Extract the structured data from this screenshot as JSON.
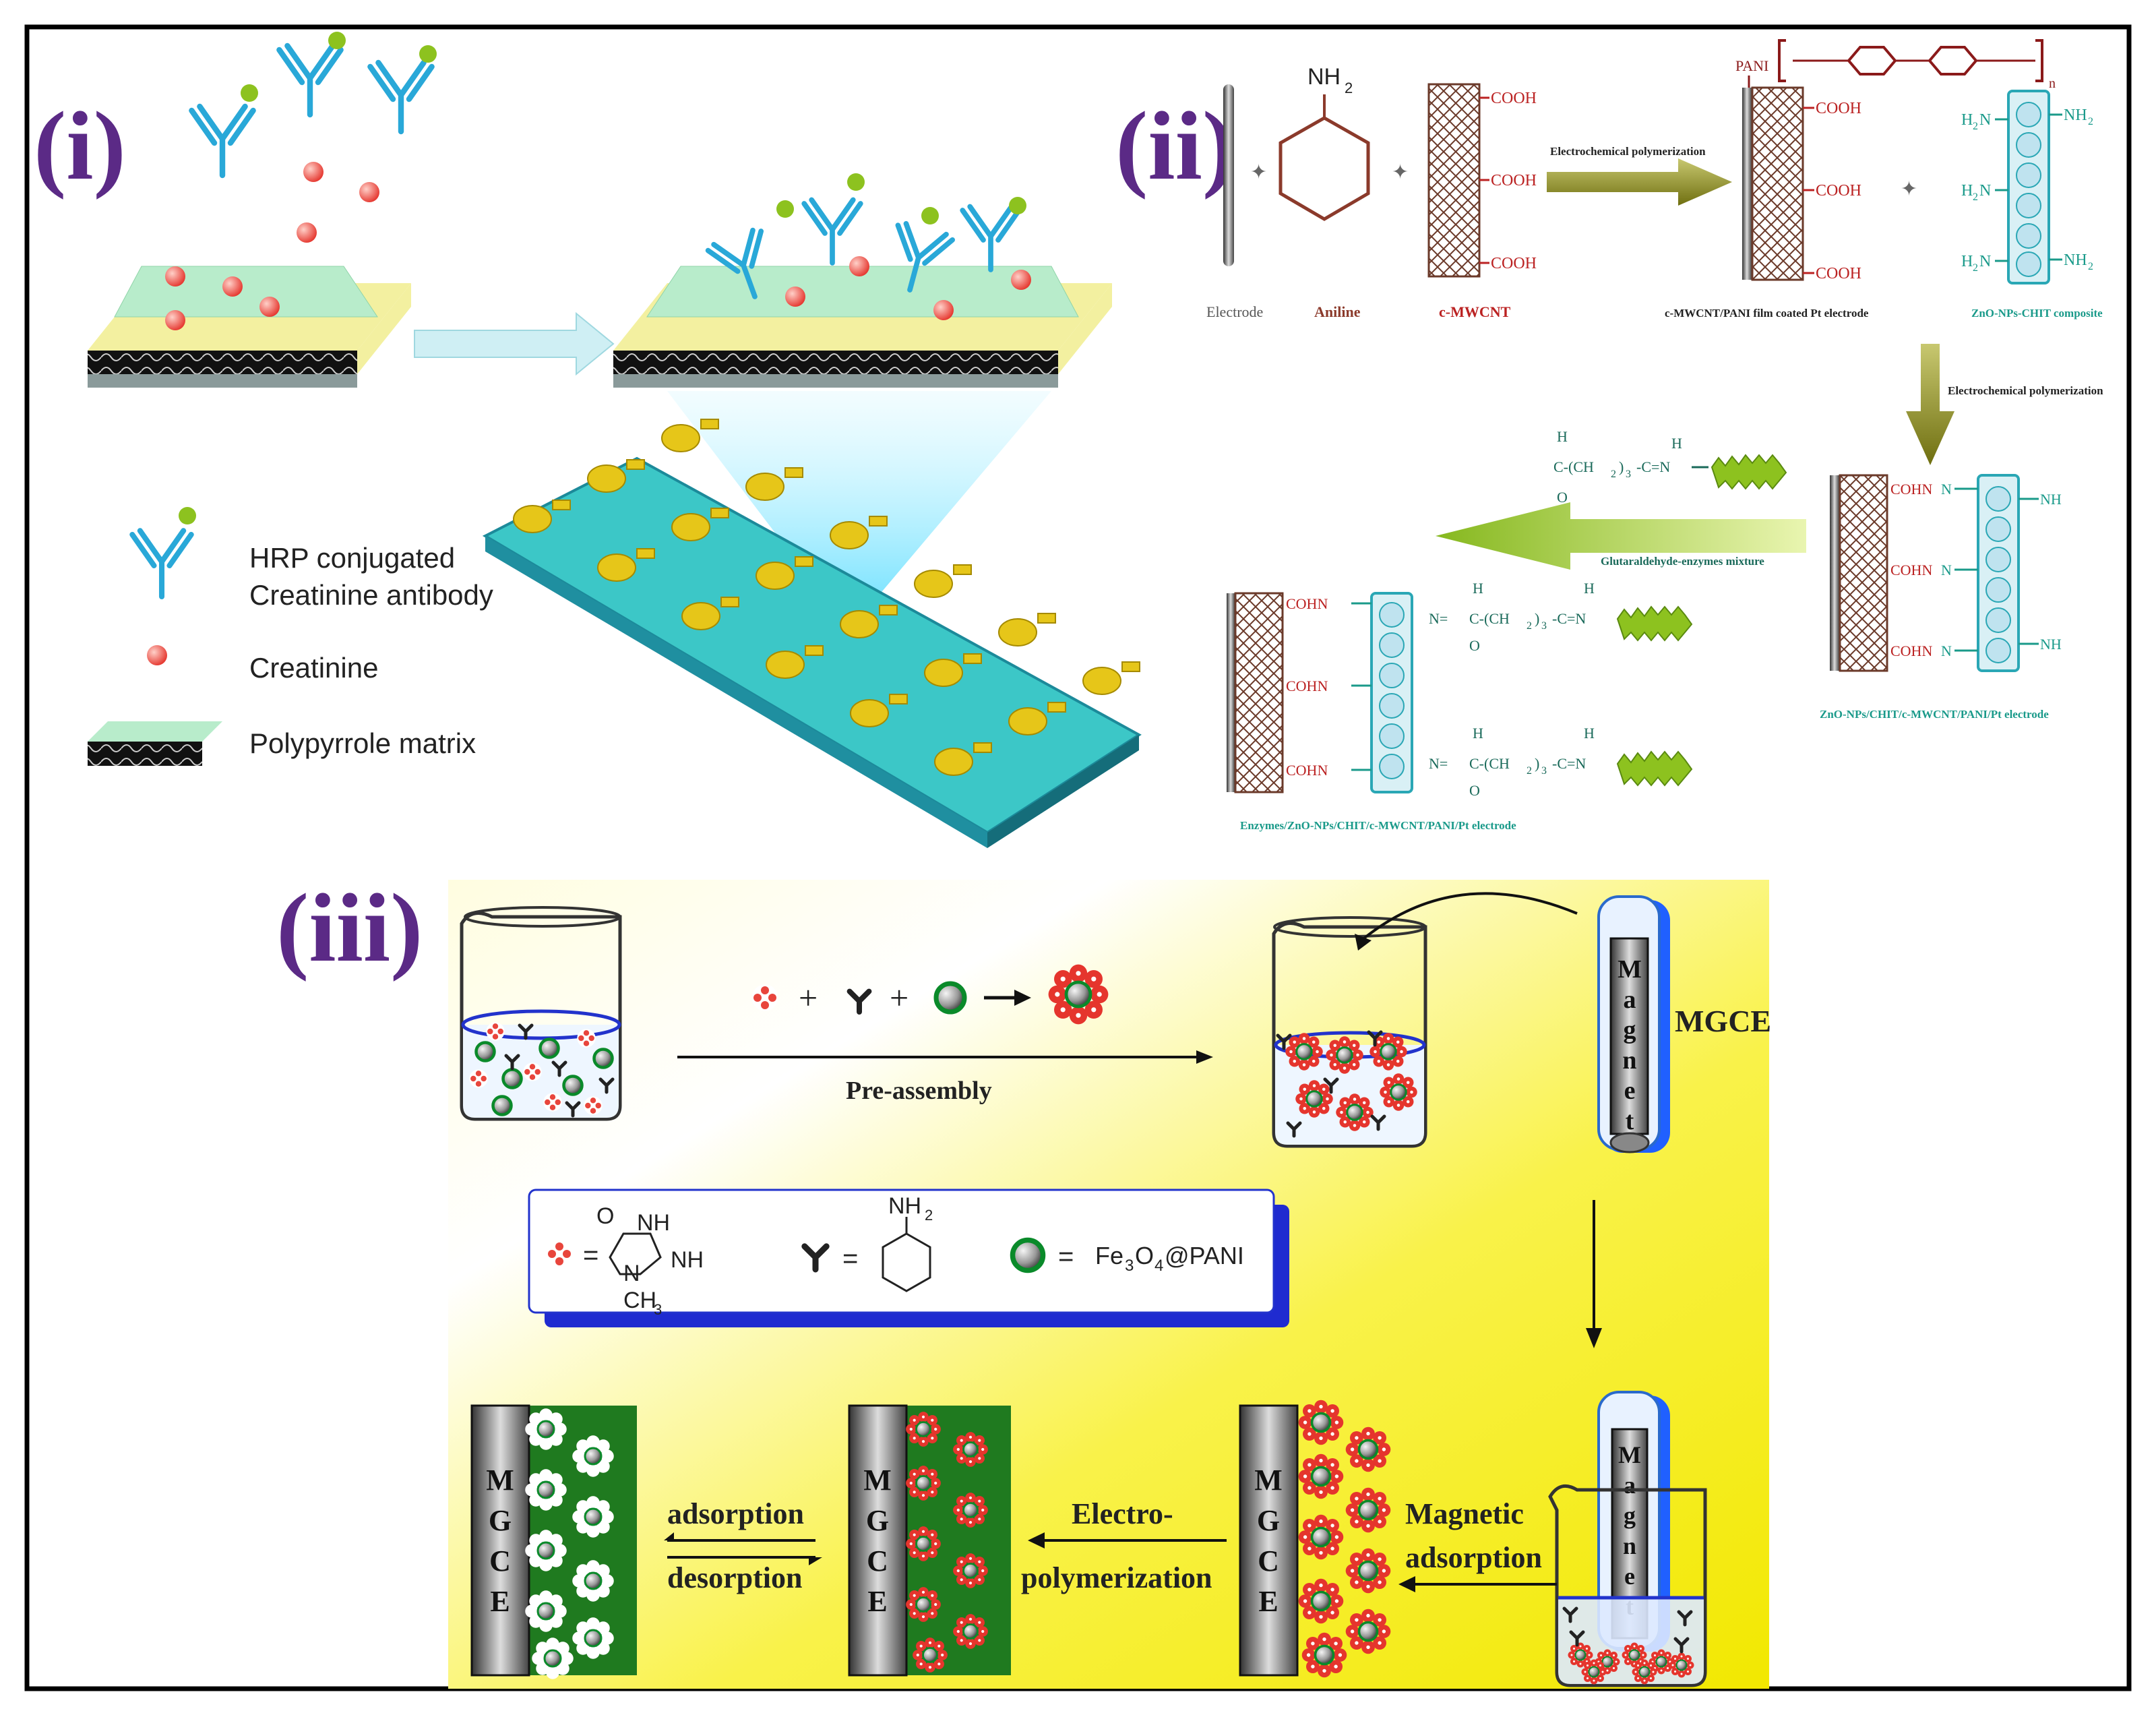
{
  "panel_i": {
    "label": "(i)",
    "legend": {
      "antibody_line1": "HRP conjugated",
      "antibody_line2": "Creatinine antibody",
      "creatinine": "Creatinine",
      "matrix": "Polypyrrole matrix"
    }
  },
  "panel_ii": {
    "label": "(ii)",
    "electrode": "Electrode",
    "aniline": "Aniline",
    "aniline_group": "NH",
    "aniline_group_sub": "2",
    "cmwcnt": "c-MWCNT",
    "cooh": "COOH",
    "pani": "PANI",
    "step1": "Electrochemical polymerization",
    "step2": "Electrochemical polymerization",
    "film_electrode": "c-MWCNT/PANI film coated Pt electrode",
    "zno_composite": "ZnO-NPs-CHIT composite",
    "zno_electrode": "ZnO-NPs/CHIT/c-MWCNT/PANI/Pt electrode",
    "glutaraldehyde": "Glutaraldehyde-enzymes mixture",
    "enzyme_electrode": "Enzymes/ZnO-NPs/CHIT/c-MWCNT/PANI/Pt electrode",
    "cohn": "COHN",
    "h2n": "H",
    "nh2": "NH",
    "chain": "C-(CH",
    "chain_tail": ")",
    "chain_n": "3",
    "chain_end": "-C=N",
    "h_atom": "H",
    "o_atom": "O",
    "n_sub": "n"
  },
  "panel_iii": {
    "label": "(iii)",
    "preassembly": "Pre-assembly",
    "mgce": "MGCE",
    "magnet": [
      "M",
      "a",
      "g",
      "n",
      "e",
      "t"
    ],
    "mgce_letters": [
      "M",
      "G",
      "C",
      "E"
    ],
    "adsorption": "adsorption",
    "desorption": "desorption",
    "electro1": "Electro-",
    "electro2": "polymerization",
    "magnetic1": "Magnetic",
    "magnetic2": "adsorption",
    "legend_nh": "NH",
    "legend_o": "O",
    "legend_n": "N",
    "legend_ch3": "CH",
    "legend_nh2": "NH",
    "legend_fe": "Fe",
    "legend_pani": "@PANI",
    "sub3": "3",
    "sub4": "4",
    "sub2": "2",
    "eq": "=",
    "plus": "+"
  },
  "colors": {
    "panel_label": "#5b2a86",
    "matrix_green": "#b8eccb",
    "chip_cyan": "#3cc7c7",
    "gold": "#e6c619",
    "antibody_blue": "#29a8d8",
    "hrp_green": "#8dc21f",
    "creatinine_red": "#e8453c",
    "yellow_bg": "#f7f000",
    "dark_green": "#1f7a1f",
    "brown": "#8b3a2b",
    "teal": "#1a9a8a",
    "olive": "#8a8a20"
  }
}
